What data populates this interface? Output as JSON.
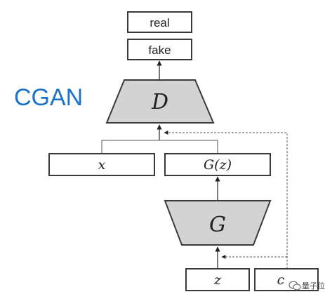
{
  "title": "CGAN",
  "colors": {
    "title": "#1a73c6",
    "block_fill": "#d3d3d3",
    "stroke": "#3a3a3a",
    "dashed_stroke": "#555555"
  },
  "outputs": {
    "real": "real",
    "fake": "fake"
  },
  "discriminator": {
    "label": "D"
  },
  "generator": {
    "label": "G"
  },
  "inputs": {
    "x": "x",
    "gz": "G(z)",
    "z": "z",
    "c": "c"
  },
  "watermark": {
    "text": "量子位",
    "icon": "wechat-icon"
  }
}
